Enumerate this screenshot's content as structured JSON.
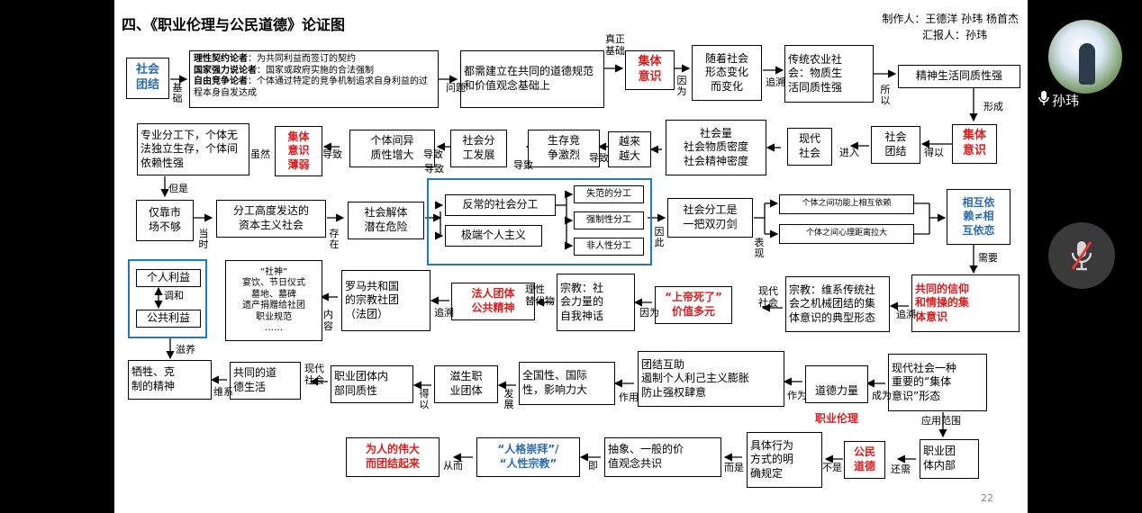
{
  "header": {
    "title": "四、《职业伦理与公民道德》论证图",
    "makers": "制作人：王德洋 孙玮 杨首杰",
    "reporter": "汇报人：孙玮",
    "page_number": "22"
  },
  "video_panel": {
    "participant_name": "孙玮",
    "mic_icon": "microphone-icon",
    "muted_icon": "microphone-muted-icon"
  },
  "nodes": {
    "n_social_solidarity": "社会\n团结",
    "n_theories": [
      {
        "term": "理性契约论者",
        "text": "：为共同利益而签订的契约"
      },
      {
        "term": "国家强力说论者",
        "text": "：国家或政府实施的合法强制"
      },
      {
        "term": "自由竞争论者",
        "text": "：个体通过特定的竞争机制追求自身利益的过程本身自发达成"
      }
    ],
    "n_shared_norms": "都需建立在共同的道德规范和价值观念基础上",
    "n_collective_1": "集体\n意识",
    "n_changes_with": "随着社会\n形态变化\n而变化",
    "n_traditional": "传统农业社\n会：物质生\n活同质性强",
    "n_homogeneity": "精神生活同质性强",
    "n_collective_2": "集体\n意识",
    "n_solidarity_2": "社会\n团结",
    "n_modern_society": "现代\n社会",
    "n_social_volume": "社会量\n社会物质密度\n社会精神密度",
    "n_more_more": "越来\n越大",
    "n_competition": "生存竞\n争激烈",
    "n_division": "社会分\n工发展",
    "n_heterogeneity": "个体间异\n质性增大",
    "n_collective_weak": "集体\n意识\n薄弱",
    "n_specialization": "专业分工下，个体无法独立生存，个体间依赖性强",
    "n_market_not_enough": "仅靠市\n场不够",
    "n_developed_capitalism": "分工高度发达的\n资本主义社会",
    "n_disintegration": "社会解体\n潜在危险",
    "n_anomic_division": "反常的社会分工",
    "n_extreme_individualism": "极端个人主义",
    "n_anomie": "失范的分工",
    "n_forced": "强制性分工",
    "n_nonpersonal": "非人性分工",
    "n_double_edged": "社会分工是\n一把双刃剑",
    "n_functional_dep": "个体之间功能上相互依赖",
    "n_psych_distance": "个体之间心理距离拉大",
    "n_interdep": "相互依\n赖≠相\n互依恋",
    "n_common_belief": "共同的信仰\n和情操的集\n体意识",
    "n_religion": "宗教：维系传统社\n会之机械团结的集\n体意识的典型形态",
    "n_god_dead": "“上帝死了”\n价值多元",
    "n_religion_myth": "宗教：社\n会力量的\n自我神话",
    "n_corporate_spirit": "法人团体\n公共精神",
    "n_roman": "罗马共和国\n的宗教社团\n（法团）",
    "n_corps_items": "“社神”\n宴饮、节日仪式\n墓地、墓碑\n遗产捐赠给社团\n职业规范\n……",
    "n_personal_interest": "个人利益",
    "n_public_interest": "公共利益",
    "n_sacrifice": "牺牲、克\n制的精神",
    "n_common_moral_life": "共同的道\n德生活",
    "n_prof_homogeneity": "职业团体内\n部同质性",
    "n_prof_groups": "滋生职\n业团体",
    "n_nationwide": "全国性、国际\n性，影响力大",
    "n_solidarity_help": "团结互助\n遏制个人利己主义膨胀\n防止强权肆意",
    "n_moral_force": "道德力量",
    "n_prof_ethics": "职业伦理",
    "n_collective_form": "现代社会一种\n重要的“集体\n意识”形态",
    "n_prof_inner": "职业团\n体内部",
    "n_civic_morality": "公民\n道德",
    "n_concrete": "具体行为\n方式的明\n确规定",
    "n_abstract": "抽象、一般的价\n值观念共识",
    "n_human_worship": "“人格崇拜”/\n“人性宗教”",
    "n_great_unity": "为人的伟大\n而团结起来"
  },
  "labels": {
    "l_basis1": "基础",
    "l_problem": "问题",
    "l_real_basis": "真正\n基础",
    "l_because": "因为",
    "l_trace": "追溯",
    "l_so": "所以",
    "l_forms": "形成",
    "l_thus": "得以",
    "l_enter": "进入",
    "l_lead1": "导致",
    "l_lead2": "导致",
    "l_lead3": "导致",
    "l_lead4": "导致",
    "l_lead5": "导致",
    "l_although": "虽然",
    "l_but": "但是",
    "l_when": "当时",
    "l_exist": "存在",
    "l_hence": "因此",
    "l_manifest": "表现",
    "l_need": "需要",
    "l_trace2": "追溯",
    "l_modern_society": "现代\n社会",
    "l_because2": "因为",
    "l_rational_substitute": "理性\n替代物",
    "l_trace3": "追溯",
    "l_content": "内\n容",
    "l_coordinate": "调和",
    "l_nourish": "滋养",
    "l_maintain": "维系",
    "l_modern_society2": "现代\n社会",
    "l_thus2": "得以",
    "l_develop": "发展",
    "l_effect": "作用",
    "l_as": "作为",
    "l_become": "成为",
    "l_apply_scope": "应用范围",
    "l_also_need": "还需",
    "l_not": "不是",
    "l_but_rather": "而是",
    "l_namely": "即",
    "l_thereby": "从而"
  }
}
